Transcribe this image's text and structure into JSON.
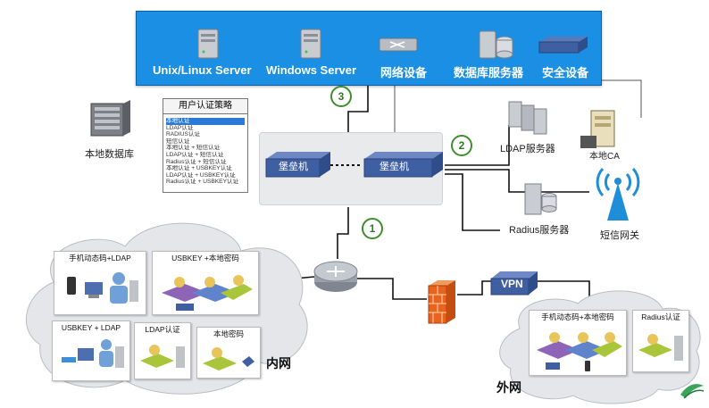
{
  "servers": {
    "unix_label": "Unix/Linux Server",
    "windows_label": "Windows Server",
    "network_label": "网络设备",
    "database_label": "数据库服务器",
    "security_label": "安全设备"
  },
  "policy": {
    "title": "用户认证策略",
    "items": [
      "本地认证",
      "LDAP认证",
      "RADIUS认证",
      "短信认证",
      "本地认证 + 短信认证",
      "LDAP认证 + 短信认证",
      "Radius认证 + 短信认证",
      "本地认证 + USBKEY认证",
      "LDAP认证 + USBKEY认证",
      "Radius认证 + USBKEY认证"
    ]
  },
  "nodes": {
    "local_db": "本地数据库",
    "bastion_left": "堡垒机",
    "bastion_right": "堡垒机",
    "ldap_server": "LDAP服务器",
    "radius_server": "Radius服务器",
    "local_ca": "本地CA",
    "sms_gateway": "短信网关",
    "vpn": "VPN"
  },
  "steps": [
    "1",
    "2",
    "3"
  ],
  "intranet": {
    "label": "内网",
    "panels": [
      "手机动态码+LDAP",
      "USBKEY +本地密码",
      "USBKEY + LDAP",
      "LDAP认证",
      "本地密码"
    ]
  },
  "extranet": {
    "label": "外网",
    "panels": [
      "手机动态码+本地密码",
      "Radius认证"
    ]
  },
  "colors": {
    "panel_blue": "#1a8fe3",
    "step_green": "#3e8e2e",
    "bastion_blue": "#3f5fa3",
    "firewall_orange": "#e8641e"
  }
}
